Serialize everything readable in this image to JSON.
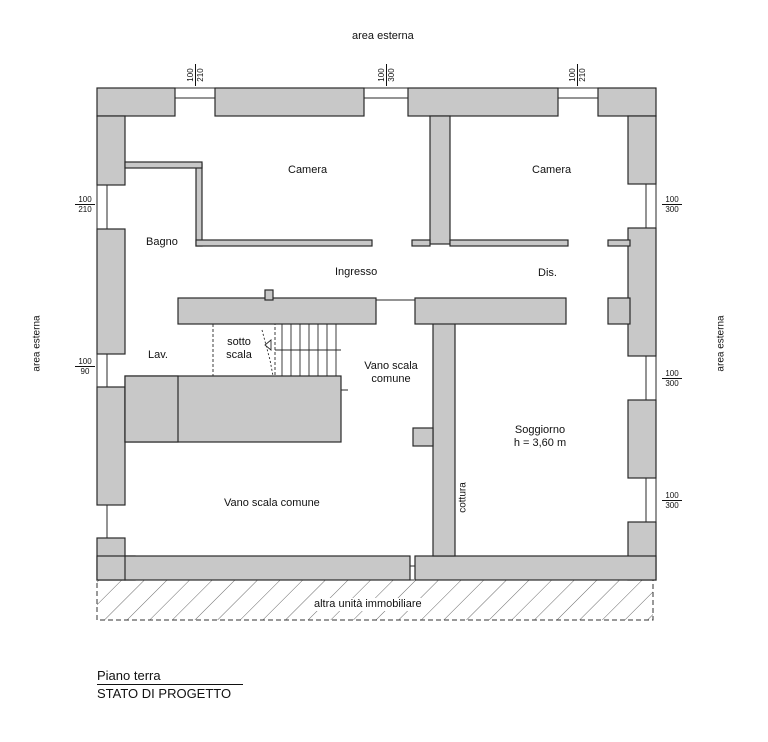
{
  "labels": {
    "area_top": "area esterna",
    "area_left": "area esterna",
    "area_right": "area esterna",
    "camera_left": "Camera",
    "camera_right": "Camera",
    "bagno": "Bagno",
    "ingresso": "Ingresso",
    "dis": "Dis.",
    "lav": "Lav.",
    "sotto": "sotto",
    "scala": "scala",
    "vano_scala_1": "Vano scala",
    "vano_scala_2": "comune",
    "soggiorno": "Soggiorno",
    "height": "h = 3,60 m",
    "cottura": "cottura",
    "vano_scala_comune": "Vano scala comune",
    "altra_unita": "altra unità immobiliare"
  },
  "dimensions": {
    "top_left": {
      "w": "100",
      "h": "210"
    },
    "top_mid": {
      "w": "100",
      "h": "300"
    },
    "top_right": {
      "w": "100",
      "h": "210"
    },
    "left_upper": {
      "w": "100",
      "h": "210"
    },
    "left_lower": {
      "w": "100",
      "h": "90"
    },
    "right_upper": {
      "w": "100",
      "h": "300"
    },
    "right_mid": {
      "w": "100",
      "h": "300"
    },
    "right_lower": {
      "w": "100",
      "h": "300"
    }
  },
  "title": {
    "line1": "Piano terra",
    "line2": "STATO DI PROGETTO"
  },
  "colors": {
    "wall": "#c8c8c8",
    "outline": "#2a2a2a"
  }
}
